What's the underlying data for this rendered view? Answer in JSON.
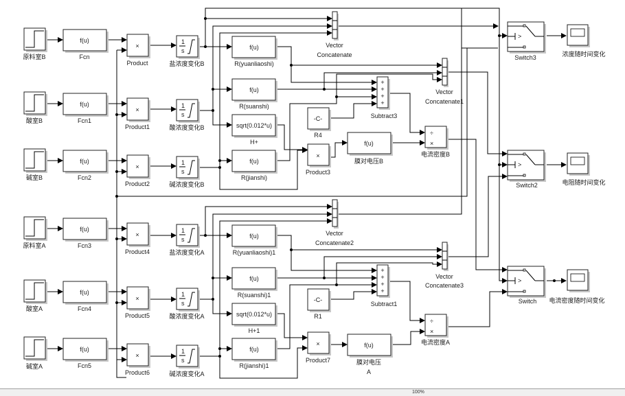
{
  "model": {
    "status_bar": {
      "zoom": "100%"
    }
  },
  "blocks": {
    "step_raw_B": {
      "label": "原料室B",
      "type": "step",
      "icon": "step-icon"
    },
    "step_acid_B": {
      "label": "酸室B",
      "type": "step",
      "icon": "step-icon"
    },
    "step_base_B": {
      "label": "碱室B",
      "type": "step",
      "icon": "step-icon"
    },
    "fcn": {
      "label": "Fcn",
      "text": "f(u)"
    },
    "fcn1": {
      "label": "Fcn1",
      "text": "f(u)"
    },
    "fcn2": {
      "label": "Fcn2",
      "text": "f(u)"
    },
    "product": {
      "label": "Product",
      "text": "×"
    },
    "product1": {
      "label": "Product1",
      "text": "×"
    },
    "product2": {
      "label": "Product2",
      "text": "×"
    },
    "int_salt_B": {
      "label": "盐浓度变化B",
      "num": "1",
      "den": "s"
    },
    "int_acid_B": {
      "label": "酸浓度变化B",
      "num": "1",
      "den": "s"
    },
    "int_base_B": {
      "label": "碱浓度变化B",
      "num": "1",
      "den": "s"
    },
    "r_yuanliaoshi": {
      "label": "R(yuanliaoshi)",
      "text": "f(u)"
    },
    "r_suanshi": {
      "label": "R(suanshi)",
      "text": "f(u)"
    },
    "h_plus": {
      "label": "H+",
      "text": "sqrt(0.012*u)"
    },
    "r_jianshi": {
      "label": "R(jianshi)",
      "text": "f(u)"
    },
    "vc": {
      "label_1": "Vector",
      "label_2": "Concatenate"
    },
    "vc1": {
      "label_1": "Vector",
      "label_2": "Concatenate1"
    },
    "subtract3": {
      "label": "Subtract3",
      "signs": [
        "+",
        "+",
        "+",
        "+"
      ]
    },
    "r4": {
      "label": "R4",
      "text": "-C-"
    },
    "product3": {
      "label": "Product3",
      "text": "×"
    },
    "membrane_v_B": {
      "label": "膜对电压B",
      "text": "f(u)"
    },
    "current_density_B": {
      "label": "电流密度B",
      "div": "÷",
      "mul": "×"
    },
    "switch3": {
      "label": "Switch3",
      "cond": ">"
    },
    "switch2": {
      "label": "Switch2",
      "cond": ">"
    },
    "scope_conc": {
      "label": "浓度随时间变化"
    },
    "scope_res": {
      "label": "电阻随时间变化"
    },
    "step_raw_A": {
      "label": "原料室A",
      "type": "step",
      "icon": "step-icon"
    },
    "step_acid_A": {
      "label": "酸室A",
      "type": "step",
      "icon": "step-icon"
    },
    "step_base_A": {
      "label": "碱室A",
      "type": "step",
      "icon": "step-icon"
    },
    "fcn3": {
      "label": "Fcn3",
      "text": "f(u)"
    },
    "fcn4": {
      "label": "Fcn4",
      "text": "f(u)"
    },
    "fcn5": {
      "label": "Fcn5",
      "text": "f(u)"
    },
    "product4": {
      "label": "Product4",
      "text": "×"
    },
    "product5": {
      "label": "Product5",
      "text": "×"
    },
    "product6": {
      "label": "Product6",
      "text": "×"
    },
    "int_salt_A": {
      "label": "盐浓度变化A",
      "num": "1",
      "den": "s"
    },
    "int_acid_A": {
      "label": "酸浓度变化A",
      "num": "1",
      "den": "s"
    },
    "int_base_A": {
      "label": "碱浓度变化A",
      "num": "1",
      "den": "s"
    },
    "r_yuanliaoshi1": {
      "label": "R(yuanliaoshi)1",
      "text": "f(u)"
    },
    "r_suanshi1": {
      "label": "R(suanshi)1",
      "text": "f(u)"
    },
    "h_plus1": {
      "label": "H+1",
      "text": "sqrt(0.012*u)"
    },
    "r_jianshi1": {
      "label": "R(jianshi)1",
      "text": "f(u)"
    },
    "vc2": {
      "label_1": "Vector",
      "label_2": "Concatenate2"
    },
    "vc3": {
      "label_1": "Vector",
      "label_2": "Concatenate3"
    },
    "subtract1": {
      "label": "Subtract1",
      "signs": [
        "+",
        "+",
        "+",
        "+"
      ]
    },
    "r1": {
      "label": "R1",
      "text": "-C-"
    },
    "product7": {
      "label": "Product7",
      "text": "×"
    },
    "membrane_v_A": {
      "label_1": "膜对电压",
      "label_2": "A",
      "text": "f(u)"
    },
    "current_density_A": {
      "label": "电流密度A",
      "div": "÷",
      "mul": "×"
    },
    "switch": {
      "label": "Switch",
      "cond": ">"
    },
    "scope_cd": {
      "label": "电流密度随时间变化"
    }
  }
}
